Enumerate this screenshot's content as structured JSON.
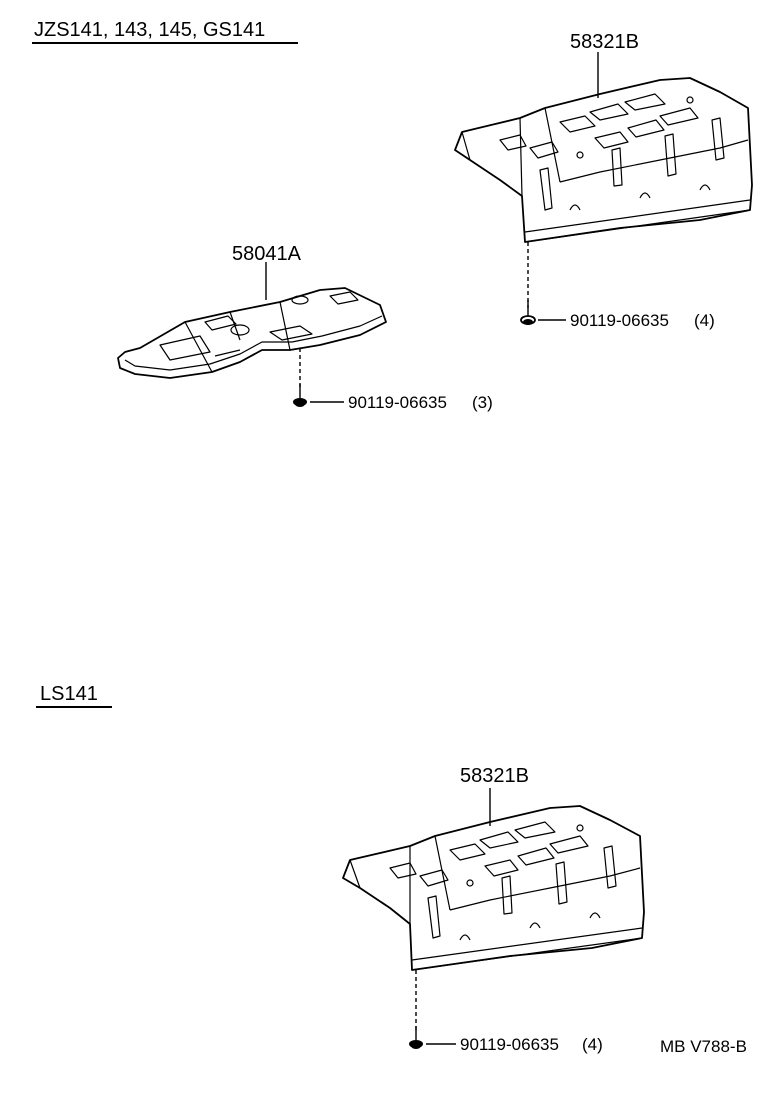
{
  "sections": [
    {
      "heading": "JZS141, 143, 145, GS141",
      "parts": [
        {
          "part_no": "58321B"
        },
        {
          "part_no": "58041A"
        },
        {
          "part_no": "90119-06635",
          "qty": "(4)"
        },
        {
          "part_no": "90119-06635",
          "qty": "(3)"
        }
      ]
    },
    {
      "heading": "LS141",
      "parts": [
        {
          "part_no": "58321B"
        },
        {
          "part_no": "90119-06635",
          "qty": "(4)"
        }
      ]
    }
  ],
  "diagram_code": "MB V788-B"
}
